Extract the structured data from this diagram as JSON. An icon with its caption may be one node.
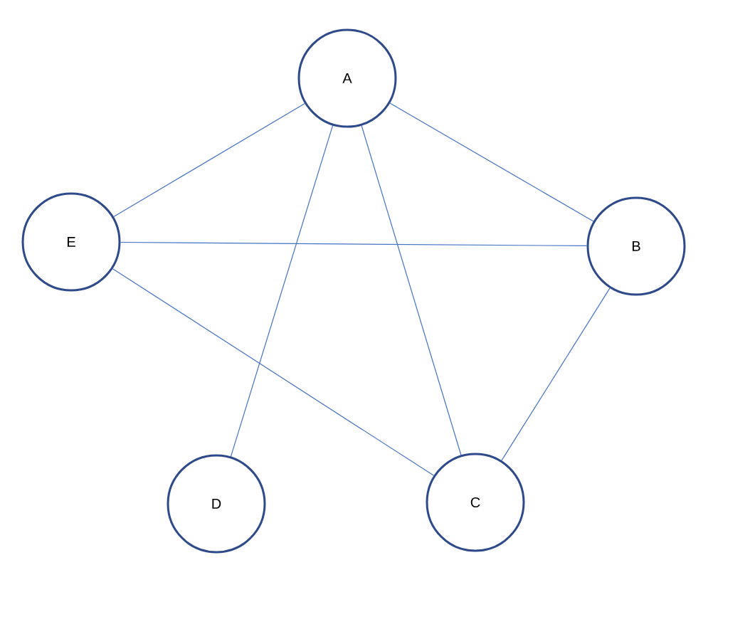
{
  "diagram": {
    "nodes": [
      {
        "text": [
          "A"
        ]
      },
      {
        "text": [
          "B"
        ]
      },
      {
        "text": [
          "C"
        ]
      },
      {
        "text": [
          "D"
        ]
      },
      {
        "text": [
          "E"
        ]
      }
    ],
    "edges": [
      {
        "from": 0,
        "to": 4,
        "arrow": "none"
      },
      {
        "from": 0,
        "to": 1,
        "arrow": "none"
      },
      {
        "from": 0,
        "to": 3,
        "arrow": "none"
      },
      {
        "from": 0,
        "to": 2,
        "arrow": "none"
      },
      {
        "from": 4,
        "to": 1,
        "arrow": "none"
      },
      {
        "from": 4,
        "to": 2,
        "arrow": "none"
      },
      {
        "from": 1,
        "to": 2,
        "arrow": "none"
      }
    ]
  }
}
